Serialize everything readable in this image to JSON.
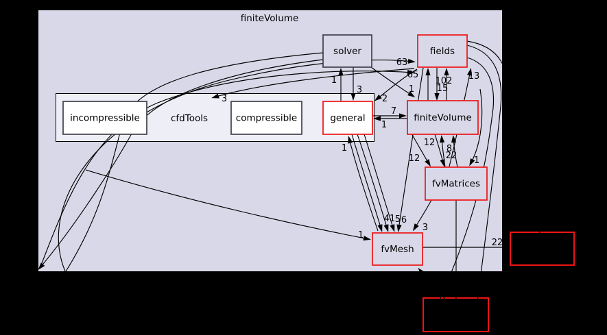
{
  "graph_title": "finiteVolume",
  "clusters": {
    "outer": {
      "label": "finiteVolume"
    },
    "inner": {
      "label": "cfdTools"
    }
  },
  "nodes": {
    "solver": {
      "label": "solver",
      "style": "plain"
    },
    "fields": {
      "label": "fields",
      "style": "red"
    },
    "incompressible": {
      "label": "incompressible",
      "style": "plain-white"
    },
    "compressible": {
      "label": "compressible",
      "style": "plain-white"
    },
    "general": {
      "label": "general",
      "style": "red-white"
    },
    "finiteVolume": {
      "label": "finiteVolume",
      "style": "red"
    },
    "fvMatrices": {
      "label": "fvMatrices",
      "style": "red"
    },
    "fvMesh": {
      "label": "fvMesh",
      "style": "red"
    },
    "external_right": {
      "label": "",
      "style": "red-external"
    },
    "external_bottom": {
      "label": "",
      "style": "red-external"
    }
  },
  "edge_labels": [
    {
      "text": "3"
    },
    {
      "text": "1"
    },
    {
      "text": "3"
    },
    {
      "text": "63"
    },
    {
      "text": "65"
    },
    {
      "text": "102"
    },
    {
      "text": "15"
    },
    {
      "text": "13"
    },
    {
      "text": "1"
    },
    {
      "text": "2"
    },
    {
      "text": "7"
    },
    {
      "text": "1"
    },
    {
      "text": "1"
    },
    {
      "text": "41"
    },
    {
      "text": "5"
    },
    {
      "text": "6"
    },
    {
      "text": "12"
    },
    {
      "text": "8"
    },
    {
      "text": "22"
    },
    {
      "text": "12"
    },
    {
      "text": "1"
    },
    {
      "text": "3"
    },
    {
      "text": "1"
    },
    {
      "text": "22"
    }
  ],
  "colors": {
    "page_background": "#000000",
    "cluster_fill": "#d8d8e8",
    "inner_cluster_fill": "#eeeef7",
    "white_node_fill": "#ffffff",
    "dark_border": "#3f3f4c",
    "red_border": "#ee1414",
    "edge_color": "#000000",
    "text_color": "#000000"
  }
}
